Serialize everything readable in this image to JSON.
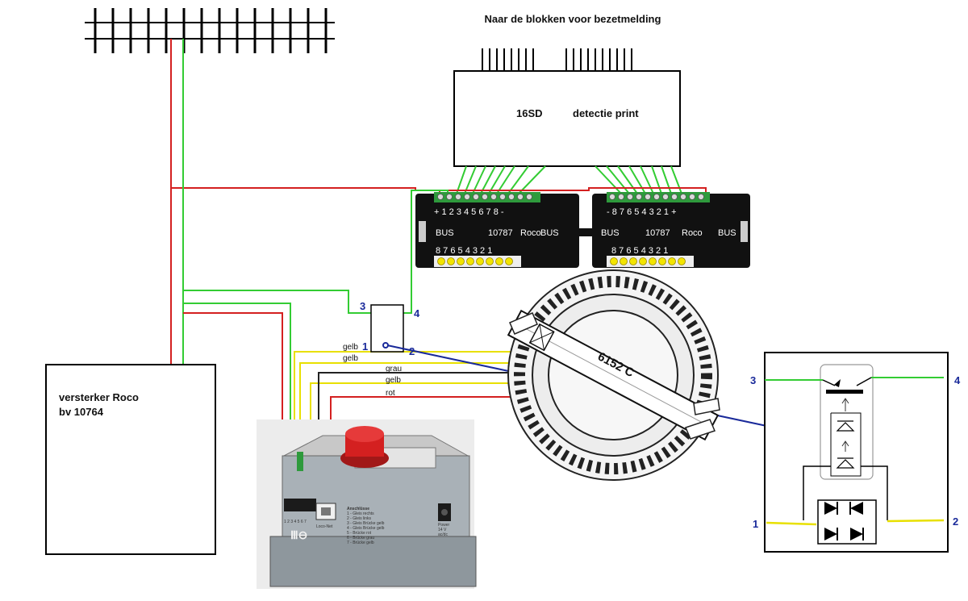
{
  "top_label": "Naar de blokken voor bezetmelding",
  "detection_board": {
    "model": "16SD",
    "name": "detectie print"
  },
  "amplifier": {
    "line1": "versterker Roco",
    "line2": "bv 10764"
  },
  "modules": [
    {
      "top_terminals": "+ 1 2 3 4 5 6 7 8 -",
      "bus": "BUS",
      "brand": "Roco",
      "model": "10787",
      "bottom_numbers": "8 7 6 5 4 3 2 1"
    },
    {
      "top_terminals": "- 8 7 6 5 4 3 2 1 +",
      "bus": "BUS",
      "brand": "Roco",
      "model": "10787",
      "bottom_numbers": "8 7 6 5 4 3 2 1"
    }
  ],
  "optocoupler_pins": {
    "p1": "1",
    "p2": "2",
    "p3": "3",
    "p4": "4"
  },
  "wire_labels": {
    "gelb1": "gelb",
    "gelb2": "gelb",
    "grau": "grau",
    "gelb3": "gelb",
    "rot": "rot"
  },
  "turntable": {
    "label": "6152 C"
  },
  "schematic_pins": {
    "p1": "1",
    "p2": "2",
    "p3": "3",
    "p4": "4"
  },
  "controller": {
    "connector_numbers": "1 2 3 4 5 6 7",
    "loconet": "Loco-Net",
    "anschluss_title": "Anschlüsse",
    "anschluss_lines": [
      "1 - Gleis rechts",
      "2 - Gleis links",
      "3 - Gleis Brücke gelb",
      "4 - Gleis Brücke gelb",
      "5 - Brücke rot",
      "6 - Brücke grau",
      "7 - Brücke gelb"
    ],
    "power_lines": [
      "Power",
      "14 V",
      "ac/dc"
    ]
  },
  "colors": {
    "red_wire": "#d42020",
    "green_wire": "#33cc33",
    "yellow_wire": "#e8e000",
    "black_wire": "#222222",
    "blue_arrow": "#1a2a9a",
    "board": "#111111"
  }
}
